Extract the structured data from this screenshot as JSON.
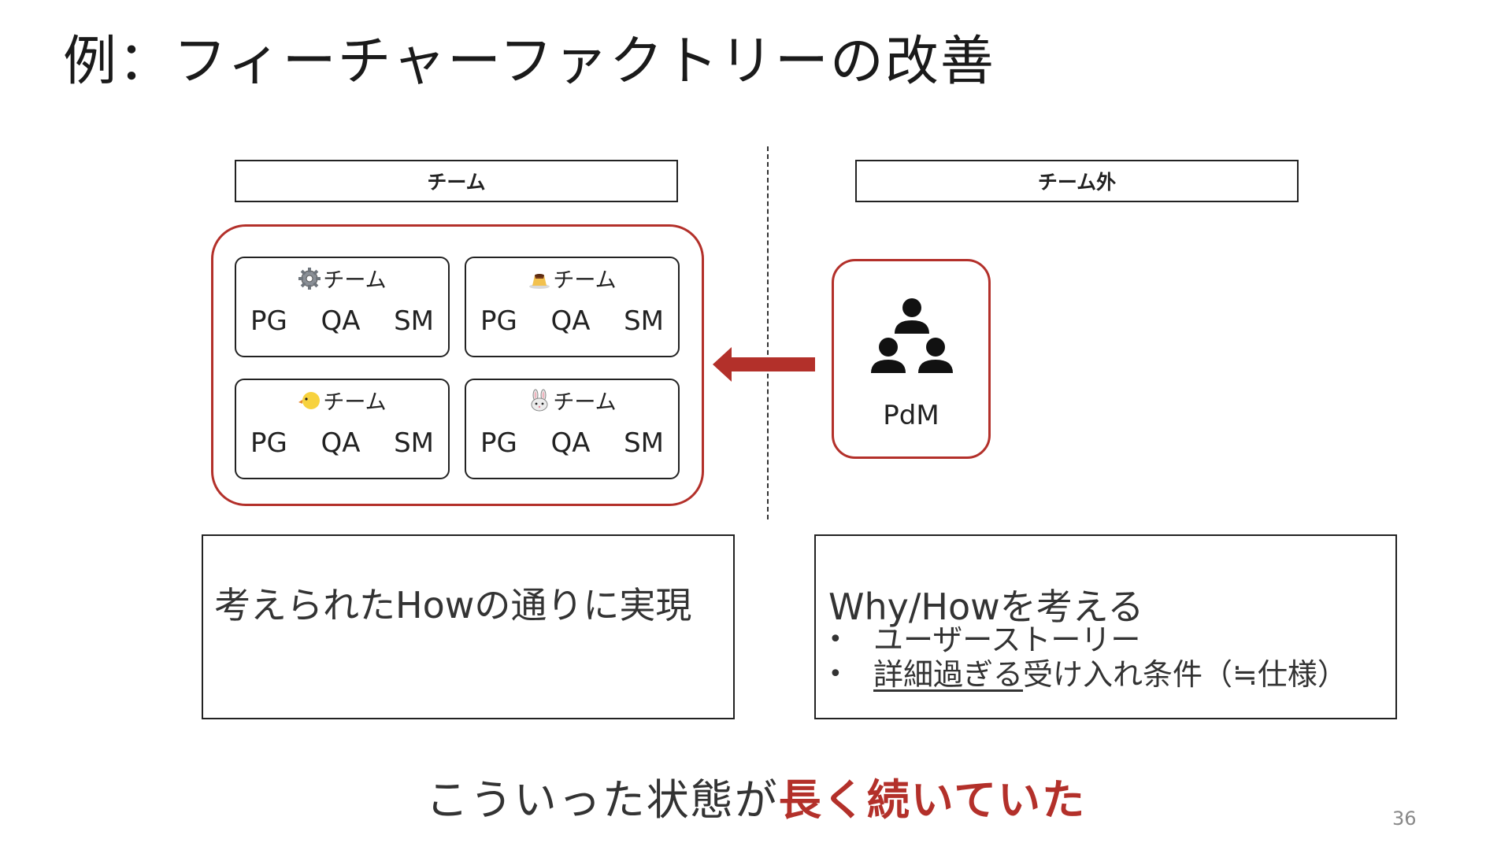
{
  "slide": {
    "title": "例：フィーチャーファクトリーの改善",
    "page_number": "36"
  },
  "headers": {
    "team": "チーム",
    "outside": "チーム外"
  },
  "teams": [
    {
      "icon": "gear-icon",
      "name": "チーム",
      "roles": [
        "PG",
        "QA",
        "SM"
      ]
    },
    {
      "icon": "pudding-icon",
      "name": "チーム",
      "roles": [
        "PG",
        "QA",
        "SM"
      ]
    },
    {
      "icon": "chick-icon",
      "name": "チーム",
      "roles": [
        "PG",
        "QA",
        "SM"
      ]
    },
    {
      "icon": "rabbit-icon",
      "name": "チーム",
      "roles": [
        "PG",
        "QA",
        "SM"
      ]
    }
  ],
  "pdm": {
    "icon": "people-group-icon",
    "label": "PdM"
  },
  "descriptions": {
    "team": "考えられたHowの通りに実現",
    "outside": {
      "main": "Why/Howを考える",
      "bullets": [
        {
          "underlined": "",
          "text": "ユーザーストーリー"
        },
        {
          "underlined": "詳細過ぎる",
          "text": "受け入れ条件（≒仕様）"
        }
      ]
    }
  },
  "conclusion": {
    "prefix": "こういった状態が",
    "emphasis": "長く続いていた"
  },
  "colors": {
    "accent": "#b3302a",
    "text": "#333333",
    "border": "#222222"
  }
}
